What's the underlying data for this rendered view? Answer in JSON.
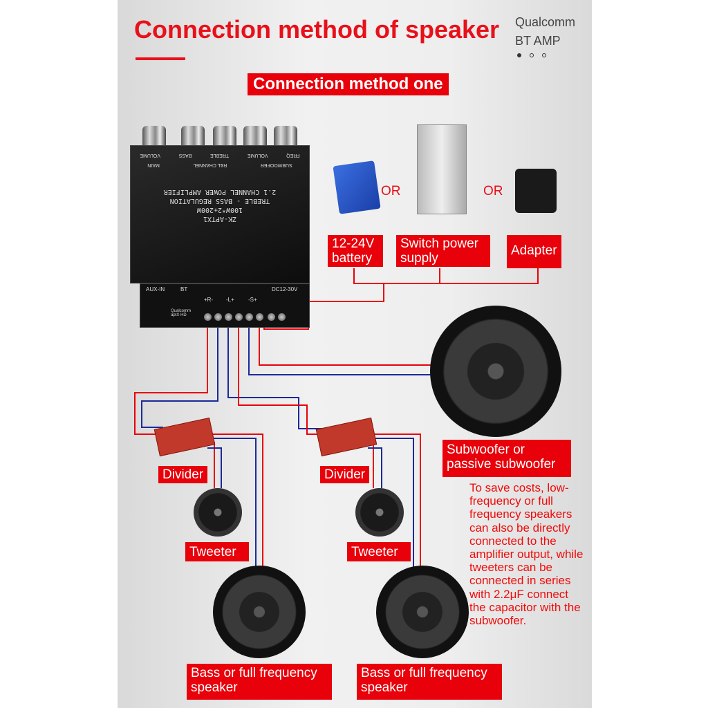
{
  "header": {
    "title": "Connection method of speaker",
    "brand_line1": "Qualcomm",
    "brand_line2": "BT AMP"
  },
  "section_label": "Connection method one",
  "board": {
    "knob_labels": [
      "FREQ",
      "VOLUME",
      "TREBLE",
      "BASS",
      "VOLUME"
    ],
    "group_labels": [
      "SUBWOOFER",
      "R&L CHANNEL",
      "MAIN"
    ],
    "lines": [
      "2.1 CHANNEL POWER AMPLIFIER",
      "TREBLE - BASS REGULATION",
      "100W*2+200W",
      "ZK-APTX1"
    ],
    "terminals": {
      "aux": "AUX-IN",
      "bt": "BT",
      "r": "+R-",
      "l": "-L+",
      "s": "-S+",
      "dc": "DC12-30V",
      "bt_chip": "Qualcomm aptX HD"
    }
  },
  "power": {
    "battery": "12-24V battery",
    "switch": "Switch power supply",
    "adapter": "Adapter",
    "or": "OR"
  },
  "labels": {
    "subwoofer": "Subwoofer or passive subwoofer",
    "divider": "Divider",
    "tweeter": "Tweeter",
    "bass": "Bass or full frequency speaker"
  },
  "note": "To save costs, low-frequency or full frequency speakers can also be directly connected to the amplifier output, while tweeters can be connected in series with 2.2μF connect the capacitor with the subwoofer.",
  "colors": {
    "accent": "#e8000a",
    "wire_red": "#e8000a",
    "wire_blue": "#1a2a9a"
  }
}
